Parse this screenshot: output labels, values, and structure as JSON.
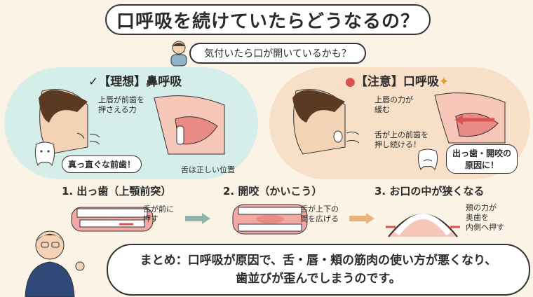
{
  "title": "口呼吸を続けていたらどうなるの？",
  "question": "気付いたら口が開いているかも？",
  "ideal": {
    "label": "【理想】鼻呼吸",
    "lip_note_1": "上唇が前歯を",
    "lip_note_2": "押さえる力",
    "teeth_note": "真っ直ぐな前歯！",
    "tongue_note": "舌は正しい位置"
  },
  "caution": {
    "label": "【注意】口呼吸",
    "lip_note_1": "上唇の力が",
    "lip_note_2": "緩む",
    "tongue_note_1": "舌が上の前歯を",
    "tongue_note_2": "押し続ける！",
    "result_1": "出っ歯・開咬の",
    "result_2": "原因に！"
  },
  "steps": [
    {
      "title": "1. 出っ歯（上顎前突）",
      "note_1": "舌が前に",
      "note_2": "押す"
    },
    {
      "title": "2. 開咬（かいこう）",
      "note_1": "舌が上下の",
      "note_2": "間を広げる"
    },
    {
      "title": "3. お口の中が狭くなる",
      "note_1": "頬の力が",
      "note_2": "奥歯を",
      "note_3": "内側へ押す"
    }
  ],
  "summary": {
    "line_1": "まとめ：口呼吸が原因で、舌・唇・頬の筋肉の使い方が悪くなり、",
    "line_2": "歯並びが歪んでしまうのです。"
  },
  "colors": {
    "background": "#fbf4e6",
    "ideal_panel": "#d6eee9",
    "caution_panel": "#f8dfc8",
    "arrow_red": "#d9534f"
  }
}
